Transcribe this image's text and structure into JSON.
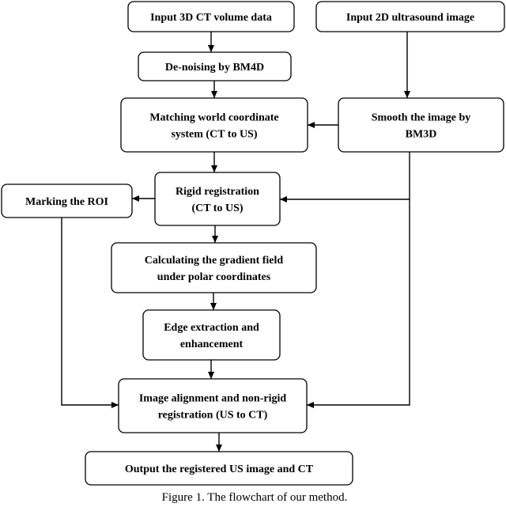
{
  "diagram": {
    "nodes": {
      "input_ct": {
        "lines": [
          "Input 3D CT volume data"
        ]
      },
      "input_us": {
        "lines": [
          "Input 2D ultrasound image"
        ]
      },
      "denoise": {
        "lines": [
          "De-noising by BM4D"
        ]
      },
      "matching": {
        "lines": [
          "Matching world coordinate",
          "system (CT to US)"
        ]
      },
      "smooth": {
        "lines": [
          "Smooth the image by",
          "BM3D"
        ]
      },
      "marking": {
        "lines": [
          "Marking the ROI"
        ]
      },
      "rigid": {
        "lines": [
          "Rigid registration",
          "(CT to US)"
        ]
      },
      "gradient": {
        "lines": [
          "Calculating the gradient field",
          "under polar coordinates"
        ]
      },
      "edge": {
        "lines": [
          "Edge extraction and",
          "enhancement"
        ]
      },
      "alignment": {
        "lines": [
          "Image alignment and non-rigid",
          "registration (US to CT)"
        ]
      },
      "output": {
        "lines": [
          "Output the registered US image and CT"
        ]
      }
    },
    "edges": [
      {
        "from": "input_ct",
        "to": "denoise"
      },
      {
        "from": "denoise",
        "to": "matching"
      },
      {
        "from": "input_us",
        "to": "smooth"
      },
      {
        "from": "smooth",
        "to": "matching"
      },
      {
        "from": "matching",
        "to": "rigid"
      },
      {
        "from": "smooth",
        "to": "rigid"
      },
      {
        "from": "rigid",
        "to": "marking"
      },
      {
        "from": "rigid",
        "to": "gradient"
      },
      {
        "from": "gradient",
        "to": "edge"
      },
      {
        "from": "edge",
        "to": "alignment"
      },
      {
        "from": "marking",
        "to": "alignment"
      },
      {
        "from": "smooth",
        "to": "alignment"
      },
      {
        "from": "alignment",
        "to": "output"
      }
    ]
  },
  "caption": "Figure 1. The flowchart of our method."
}
